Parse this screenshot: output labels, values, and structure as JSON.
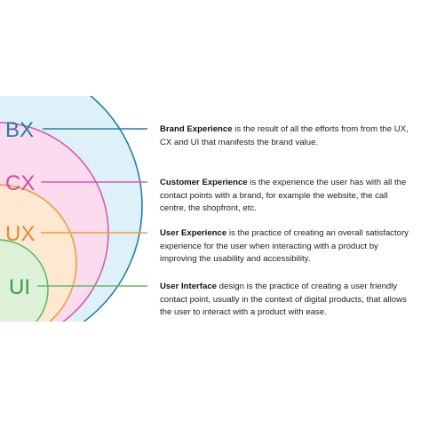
{
  "layers": [
    {
      "key": "bx",
      "label": "BX",
      "title": "Brand Experience",
      "text": " is the result of all the efforts from from the UX, CX and UI that manifests the brand value.",
      "stroke": "#1e7fa8",
      "fill": "#dff1f8",
      "label_color": "#1e7fa8"
    },
    {
      "key": "cx",
      "label": "CX",
      "title": "Customer Experience",
      "text": " is the experience the user has with all the contact points with a brand, for example the website, the call centre, the shopfront, etc.",
      "stroke": "#d95aa8",
      "fill": "#fbdcef",
      "label_color": "#cf4d9d"
    },
    {
      "key": "ux",
      "label": "UX",
      "title": "User Experience",
      "text": " is the practice of creating an overall satisfactory experience for the user when interacting with a product by improving the usability and accessibility.",
      "stroke": "#ef9b3c",
      "fill": "#fde8d2",
      "label_color": "#e8892a"
    },
    {
      "key": "ui",
      "label": "UI",
      "title": "User Interface",
      "text": " design is the practice of creating a user friendly contact point, usually in the context of digital products, that allows the user to interact with a product with ease.",
      "stroke": "#63ba6a",
      "fill": "#dcf1d8",
      "label_color": "#3a9a44"
    }
  ]
}
